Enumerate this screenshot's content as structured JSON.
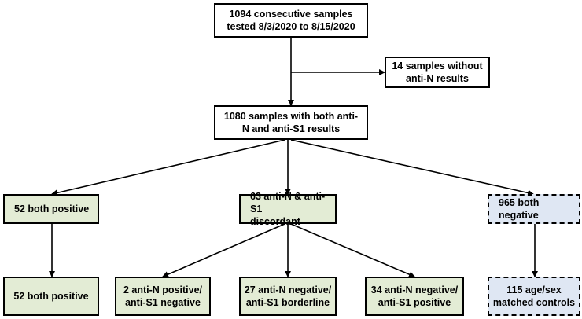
{
  "colors": {
    "line": "#000000",
    "positive_fill": "#e3ecd5",
    "negative_fill": "#dfe7f3"
  },
  "boxes": {
    "consecutive": "1094 consecutive samples\ntested 8/3/2020 to 8/15/2020",
    "without_anti_n": "14 samples without\nanti-N results",
    "both_results": "1080 samples with both anti-\nN and anti-S1 results",
    "both_positive": "52 both positive",
    "discordant": "63 anti-N & anti-S1\ndiscordant",
    "both_negative": "965 both negative",
    "both_positive_final": "52 both positive",
    "n_pos_s1_neg": "2 anti-N positive/\nanti-S1 negative",
    "n_neg_s1_borderline": "27 anti-N negative/\nanti-S1 borderline",
    "n_neg_s1_pos": "34 anti-N negative/\nanti-S1 positive",
    "matched_controls": "115 age/sex\nmatched controls"
  }
}
